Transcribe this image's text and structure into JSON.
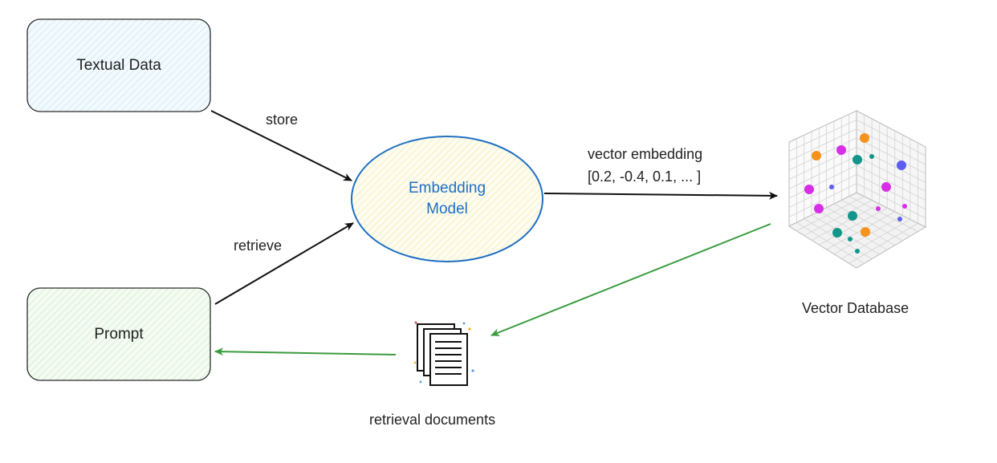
{
  "nodes": {
    "textual_data": {
      "label": "Textual Data",
      "fill": "#e6f4fb",
      "stroke": "#2b2b2b"
    },
    "prompt": {
      "label": "Prompt",
      "fill": "#e6f7e2",
      "stroke": "#2b2b2b"
    },
    "embedding_model": {
      "line1": "Embedding",
      "line2": "Model",
      "fill": "#fbf8d9",
      "stroke": "#1f6fc4",
      "text_color": "#1f6fc4"
    },
    "vector_database": {
      "label": "Vector Database"
    },
    "retrieval_documents": {
      "label": "retrieval documents"
    }
  },
  "edges": {
    "store": {
      "label": "store",
      "color": "#111111"
    },
    "retrieve": {
      "label": "retrieve",
      "color": "#111111"
    },
    "vector_embedding": {
      "line1": "vector embedding",
      "line2": "[0.2, -0.4, 0.1, ... ]",
      "color": "#111111"
    },
    "db_to_docs": {
      "color": "#3b9b3f"
    },
    "docs_to_prompt": {
      "color": "#3b9b3f"
    }
  },
  "colors": {
    "orange": "#f5921e",
    "magenta": "#d92ee8",
    "teal": "#12968a",
    "blue": "#5b5ef0",
    "grid": "#c8c8c8"
  }
}
